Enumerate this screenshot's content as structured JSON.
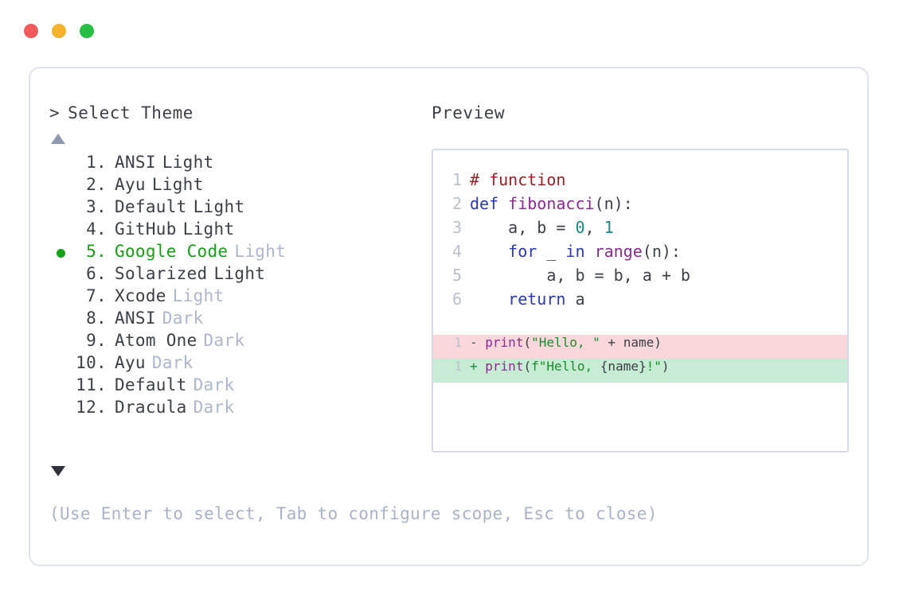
{
  "window": {
    "traffic_lights": [
      {
        "name": "close",
        "color": "#f2595b"
      },
      {
        "name": "minimize",
        "color": "#f5b32b"
      },
      {
        "name": "maximize",
        "color": "#27bf43"
      }
    ]
  },
  "prompt": {
    "caret": ">",
    "title": "Select Theme"
  },
  "scroll": {
    "up_icon": "triangle-up",
    "down_icon": "triangle-down"
  },
  "themes": [
    {
      "index": "1.",
      "name": "ANSI",
      "variant": "Light",
      "variant_muted": false,
      "selected": false
    },
    {
      "index": "2.",
      "name": "Ayu",
      "variant": "Light",
      "variant_muted": false,
      "selected": false
    },
    {
      "index": "3.",
      "name": "Default",
      "variant": "Light",
      "variant_muted": false,
      "selected": false
    },
    {
      "index": "4.",
      "name": "GitHub",
      "variant": "Light",
      "variant_muted": false,
      "selected": false
    },
    {
      "index": "5.",
      "name": "Google Code",
      "variant": "Light",
      "variant_muted": true,
      "selected": true
    },
    {
      "index": "6.",
      "name": "Solarized",
      "variant": "Light",
      "variant_muted": false,
      "selected": false
    },
    {
      "index": "7.",
      "name": "Xcode",
      "variant": "Light",
      "variant_muted": true,
      "selected": false
    },
    {
      "index": "8.",
      "name": "ANSI",
      "variant": "Dark",
      "variant_muted": true,
      "selected": false
    },
    {
      "index": "9.",
      "name": "Atom One",
      "variant": "Dark",
      "variant_muted": true,
      "selected": false
    },
    {
      "index": "10.",
      "name": "Ayu",
      "variant": "Dark",
      "variant_muted": true,
      "selected": false
    },
    {
      "index": "11.",
      "name": "Default",
      "variant": "Dark",
      "variant_muted": true,
      "selected": false
    },
    {
      "index": "12.",
      "name": "Dracula",
      "variant": "Dark",
      "variant_muted": true,
      "selected": false
    }
  ],
  "hint": "(Use Enter to select, Tab to configure scope, Esc to close)",
  "preview": {
    "label": "Preview",
    "code_lines": [
      {
        "number": "1",
        "tokens": [
          {
            "text": "# function",
            "type": "comment"
          }
        ]
      },
      {
        "number": "2",
        "tokens": [
          {
            "text": "def ",
            "type": "keyword"
          },
          {
            "text": "fibonacci",
            "type": "func"
          },
          {
            "text": "(n):",
            "type": "punct"
          }
        ]
      },
      {
        "number": "3",
        "tokens": [
          {
            "text": "    a, b = ",
            "type": "plain"
          },
          {
            "text": "0",
            "type": "number"
          },
          {
            "text": ", ",
            "type": "plain"
          },
          {
            "text": "1",
            "type": "number"
          }
        ]
      },
      {
        "number": "4",
        "tokens": [
          {
            "text": "    ",
            "type": "plain"
          },
          {
            "text": "for",
            "type": "keyword"
          },
          {
            "text": " _ ",
            "type": "plain"
          },
          {
            "text": "in",
            "type": "keyword"
          },
          {
            "text": " ",
            "type": "plain"
          },
          {
            "text": "range",
            "type": "func"
          },
          {
            "text": "(n):",
            "type": "punct"
          }
        ]
      },
      {
        "number": "5",
        "tokens": [
          {
            "text": "        a, b = b, a + b",
            "type": "plain"
          }
        ]
      },
      {
        "number": "6",
        "tokens": [
          {
            "text": "    ",
            "type": "plain"
          },
          {
            "text": "return",
            "type": "keyword"
          },
          {
            "text": " a",
            "type": "plain"
          }
        ]
      }
    ],
    "diff_lines": [
      {
        "number": "1",
        "kind": "del",
        "marker": "-",
        "tokens": [
          {
            "text": " ",
            "type": "plain"
          },
          {
            "text": "print",
            "type": "func"
          },
          {
            "text": "(",
            "type": "punct"
          },
          {
            "text": "\"Hello, \"",
            "type": "string"
          },
          {
            "text": " + name)",
            "type": "plain"
          }
        ]
      },
      {
        "number": "1",
        "kind": "add",
        "marker": "+",
        "tokens": [
          {
            "text": " ",
            "type": "plain"
          },
          {
            "text": "print",
            "type": "func"
          },
          {
            "text": "(",
            "type": "punct"
          },
          {
            "text": "f\"Hello, ",
            "type": "string"
          },
          {
            "text": "{name}",
            "type": "plain"
          },
          {
            "text": "!\"",
            "type": "string"
          },
          {
            "text": ")",
            "type": "punct"
          }
        ]
      }
    ]
  }
}
